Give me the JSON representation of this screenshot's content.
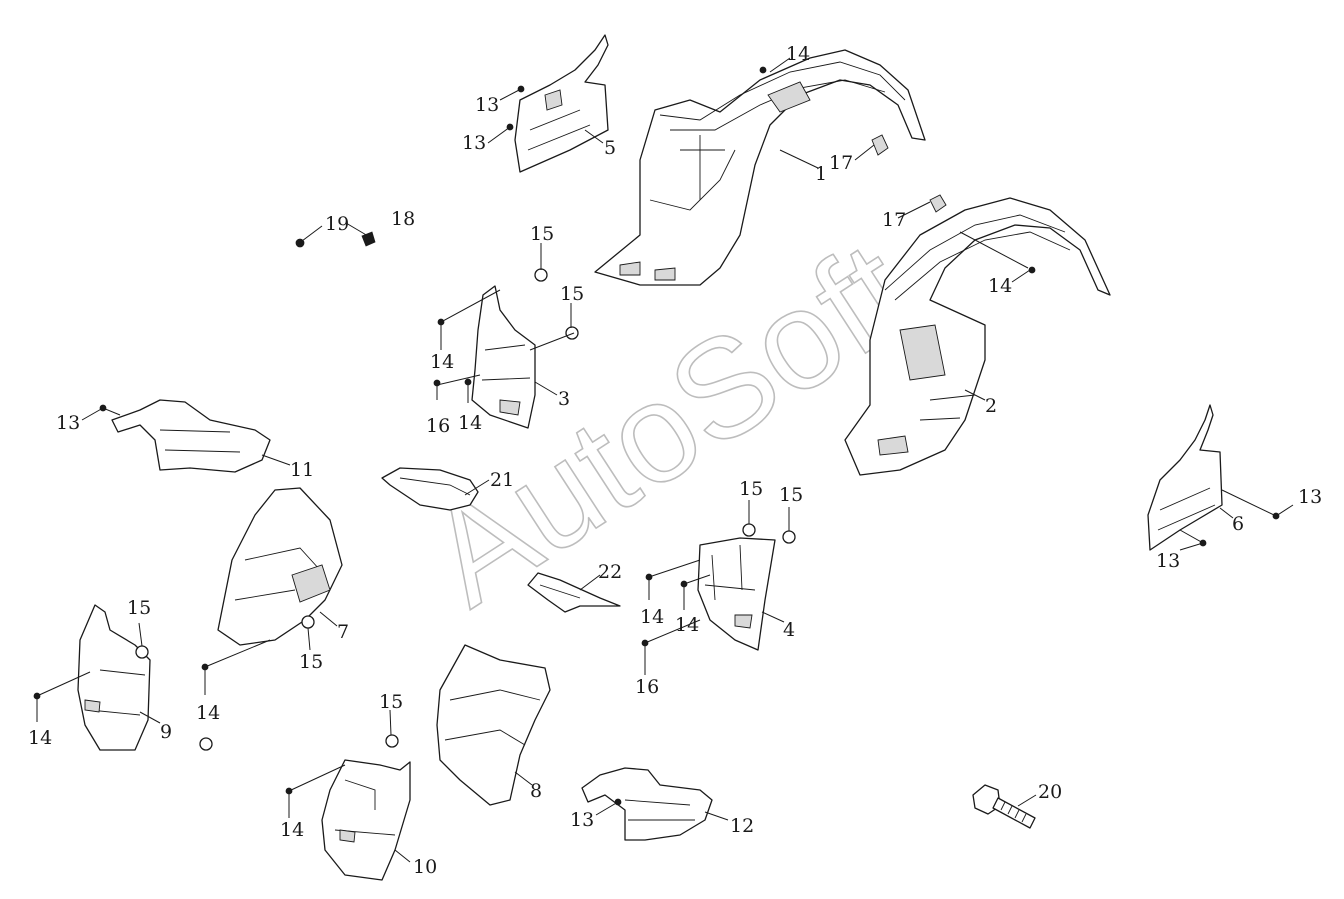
{
  "watermark": "AutoSoft",
  "callouts": {
    "p1": "1",
    "p2": "2",
    "p3": "3",
    "p4": "4",
    "p5": "5",
    "p6": "6",
    "p7": "7",
    "p8": "8",
    "p9": "9",
    "p10": "10",
    "p11": "11",
    "p12": "12",
    "p13a": "13",
    "p13b": "13",
    "p13c": "13",
    "p13d": "13",
    "p13e": "13",
    "p14a": "14",
    "p14b": "14",
    "p14c": "14",
    "p14d": "14",
    "p14e": "14",
    "p14f": "14",
    "p14g": "14",
    "p14h": "14",
    "p14i": "14",
    "p15a": "15",
    "p15b": "15",
    "p15c": "15",
    "p15d": "15",
    "p15e": "15",
    "p15f": "15",
    "p15g": "15",
    "p16a": "16",
    "p16b": "16",
    "p17a": "17",
    "p17b": "17",
    "p18": "18",
    "p19": "19",
    "p20": "20",
    "p21": "21",
    "p22": "22"
  }
}
